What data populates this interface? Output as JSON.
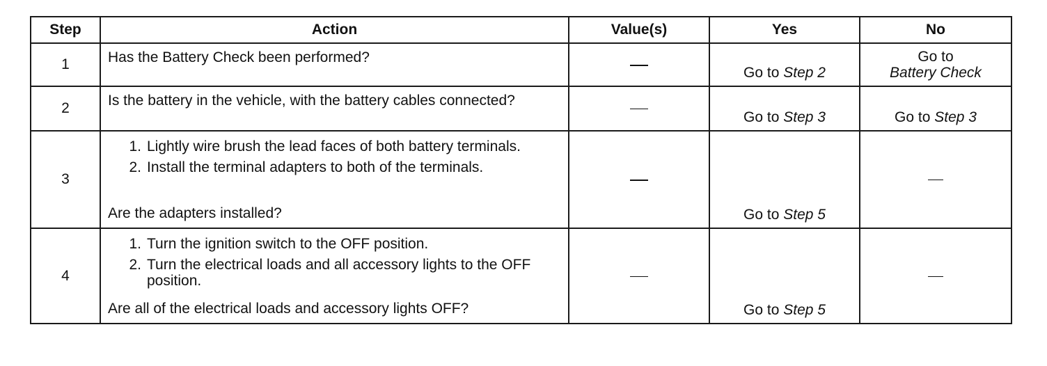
{
  "headers": {
    "step": "Step",
    "action": "Action",
    "values": "Value(s)",
    "yes": "Yes",
    "no": "No"
  },
  "rows": [
    {
      "step": "1",
      "question": "Has the Battery Check been performed?",
      "value": "—",
      "yes": {
        "prefix": "Go to",
        "target": "Step 2"
      },
      "no": {
        "prefix": "Go to",
        "target": "Battery Check"
      }
    },
    {
      "step": "2",
      "question": "Is the battery in the vehicle, with the battery cables connected?",
      "value": "—",
      "yes": {
        "prefix": "Go to",
        "target": "Step 3"
      },
      "no": {
        "prefix": "Go to",
        "target": "Step 3"
      }
    },
    {
      "step": "3",
      "substeps": [
        {
          "num": "1.",
          "text": "Lightly wire brush the lead faces of both battery terminals."
        },
        {
          "num": "2.",
          "text": "Install the terminal adapters to both of the terminals."
        }
      ],
      "question": "Are the adapters installed?",
      "value": "—",
      "yes": {
        "prefix": "Go to",
        "target": "Step 5"
      },
      "no": "—"
    },
    {
      "step": "4",
      "substeps": [
        {
          "num": "1.",
          "text": "Turn the ignition switch to the OFF position."
        },
        {
          "num": "2.",
          "text": "Turn the electrical loads and all accessory lights to the OFF position."
        }
      ],
      "question": "Are all of the electrical loads and accessory lights OFF?",
      "value": "—",
      "yes": {
        "prefix": "Go to",
        "target": "Step 5"
      },
      "no": "—"
    }
  ]
}
